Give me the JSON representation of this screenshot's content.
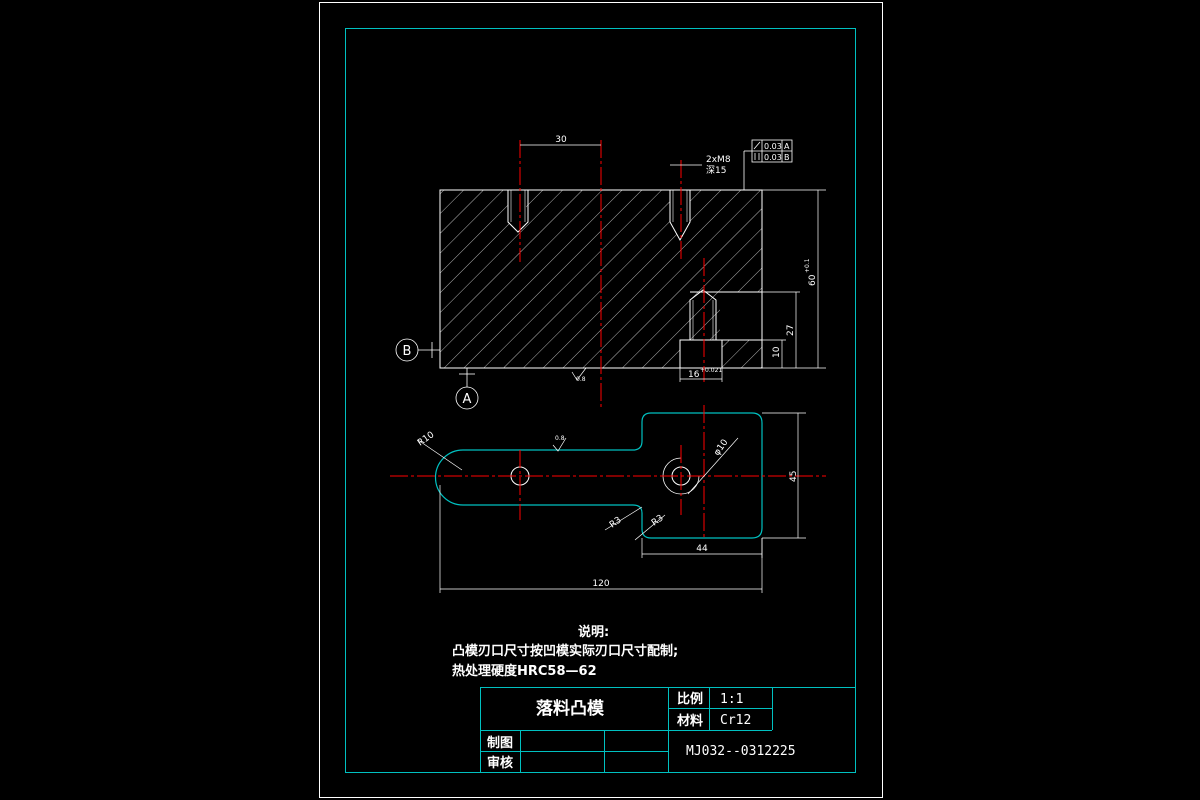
{
  "drawing": {
    "title": "落料凸模",
    "scale_label": "比例",
    "scale_value": "1:1",
    "material_label": "材料",
    "material_value": "Cr12",
    "drawn_by_label": "制图",
    "checked_by_label": "审核",
    "drawing_number": "MJ032--0312225"
  },
  "notes": {
    "heading": "说明:",
    "line1": "凸模刃口尺寸按凹模实际刃口尺寸配制;",
    "line2": "热处理硬度HRC58—62"
  },
  "dimensions": {
    "d30": "30",
    "thread": "2xM8",
    "thread_depth": "深15",
    "height": "60",
    "h_tol": "+0.1",
    "d27": "27",
    "d10": "10",
    "d16": "16",
    "d16_tol": "+0.021",
    "r10": "R10",
    "dia10": "φ10",
    "r3a": "R3",
    "r3b": "R3",
    "d45": "45",
    "d44": "44",
    "d120": "120",
    "rough1": "0.8",
    "rough2": "0.8"
  },
  "tolerance": {
    "row1_value": "0.03",
    "row1_datum": "A",
    "row2_value": "0.03",
    "row2_datum": "B"
  },
  "datums": {
    "a": "A",
    "b": "B"
  },
  "colors": {
    "frame": "#ffffff",
    "border": "#00c0c0",
    "outline": "#00c0c0",
    "hatch": "#ffffff",
    "centerline": "#ff0000",
    "text": "#ffffff"
  }
}
